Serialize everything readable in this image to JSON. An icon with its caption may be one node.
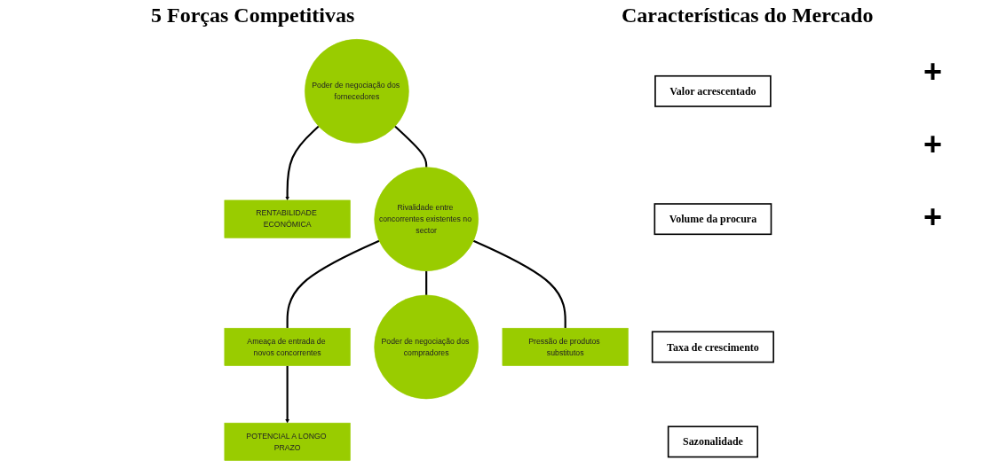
{
  "diagram": {
    "title": "5 Forças Competitivas",
    "nodes": [
      {
        "text": [
          "POTENCIAL A LONGO PRAZO"
        ]
      },
      {
        "text": [
          "Ameaça de entrada de novos concorrentes"
        ]
      },
      {
        "text": [
          "RENTABILIDADE ECONÓMICA"
        ]
      },
      {
        "text": [
          "Poder de negociação dos fornecedores"
        ]
      },
      {
        "text": [
          "Rivalidade entre concorrentes existentes no sector"
        ]
      },
      {
        "text": [
          "Poder de negociação dos compradores"
        ]
      },
      {
        "text": [
          "Pressão de produtos substitutos"
        ]
      },
      {
        "text": [
          "Valor acrescentado"
        ]
      },
      {
        "text": [
          "Volume da procura"
        ]
      },
      {
        "text": [
          "Taxa de crescimento"
        ]
      },
      {
        "text": [
          "Sazonalidade"
        ]
      }
    ],
    "edges": [
      {
        "from": 4,
        "to": 1,
        "arrow": "none"
      },
      {
        "from": 1,
        "to": 0,
        "arrow": "to"
      },
      {
        "from": 3,
        "to": 2,
        "arrow": "to"
      },
      {
        "from": 3,
        "to": 4,
        "arrow": "none"
      },
      {
        "from": 4,
        "to": 5,
        "arrow": "none"
      },
      {
        "from": 4,
        "to": 6,
        "arrow": "none"
      }
    ],
    "labels": [
      "Características do Mercado",
      "+",
      "+",
      "+"
    ]
  }
}
